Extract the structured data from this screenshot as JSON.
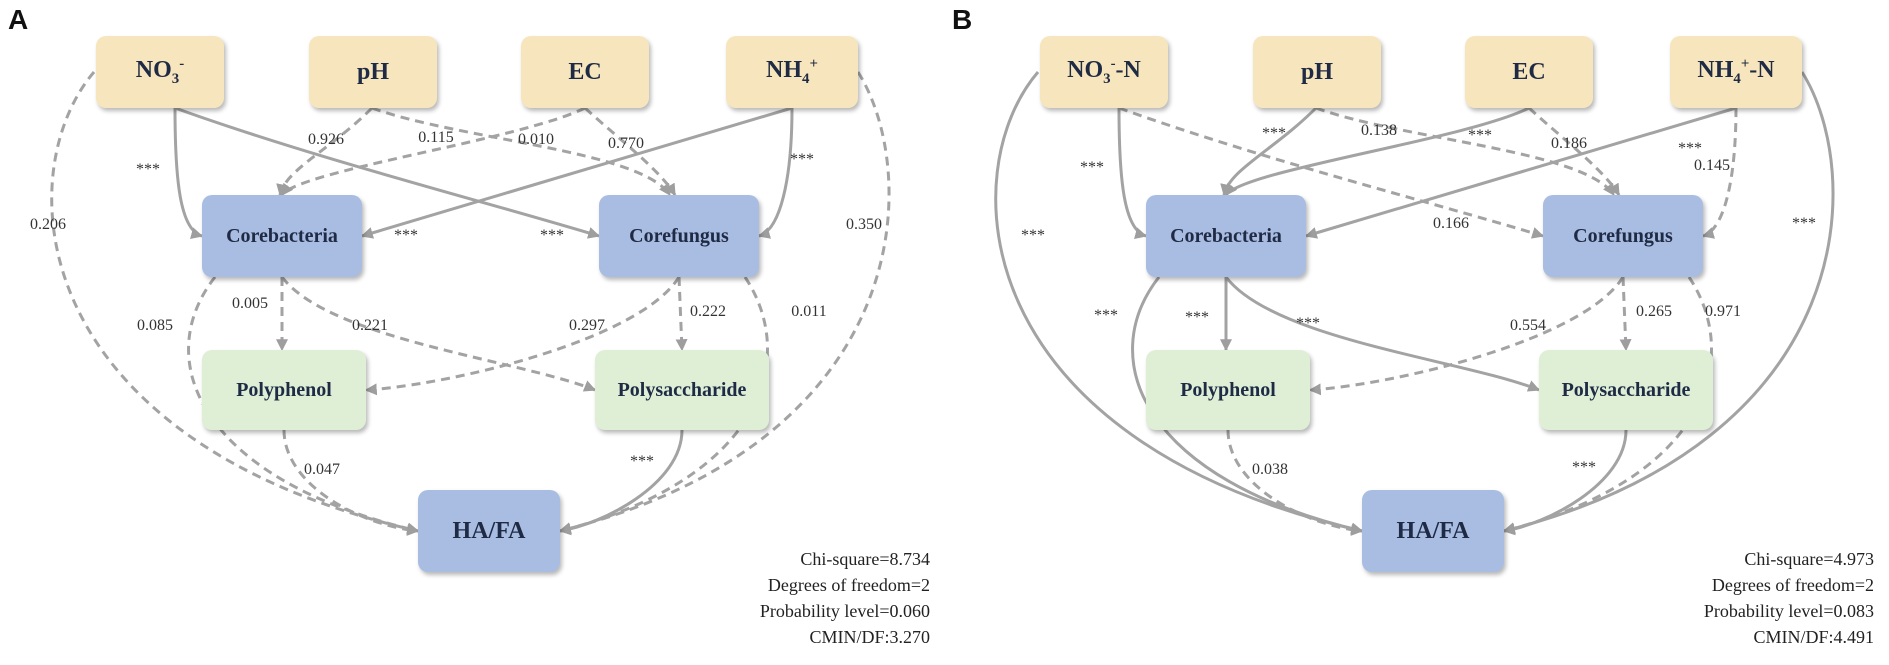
{
  "panels": [
    {
      "letter": "A",
      "nodes": {
        "no3": {
          "base": "NO",
          "sub": "3",
          "sup": "-",
          "tail": ""
        },
        "ph": "pH",
        "ec": "EC",
        "nh4": {
          "base": "NH",
          "sub": "4",
          "sup": "+",
          "tail": ""
        },
        "corebacteria": "Corebacteria",
        "corefungus": "Corefungus",
        "polyphenol": "Polyphenol",
        "polysaccharide": "Polysaccharide",
        "hafa": "HA/FA"
      },
      "paths": [
        {
          "from": "NO3",
          "to": "Corebacteria",
          "label": "***",
          "significant": true
        },
        {
          "from": "NO3",
          "to": "Corefungus",
          "label": "***",
          "significant": true
        },
        {
          "from": "pH",
          "to": "Corebacteria",
          "label": "0.926",
          "significant": false
        },
        {
          "from": "pH",
          "to": "Corefungus",
          "label": "0.115",
          "significant": false
        },
        {
          "from": "EC",
          "to": "Corebacteria",
          "label": "0.010",
          "significant": false
        },
        {
          "from": "EC",
          "to": "Corefungus",
          "label": "0.770",
          "significant": false
        },
        {
          "from": "NH4",
          "to": "Corebacteria",
          "label": "***",
          "significant": true
        },
        {
          "from": "NH4",
          "to": "Corefungus",
          "label": "***",
          "significant": true
        },
        {
          "from": "NO3",
          "to": "HA/FA",
          "label": "0.206",
          "significant": false
        },
        {
          "from": "NH4",
          "to": "HA/FA",
          "label": "0.350",
          "significant": false
        },
        {
          "from": "Corebacteria",
          "to": "HA/FA",
          "label": "0.085",
          "significant": false
        },
        {
          "from": "Corebacteria",
          "to": "Polyphenol",
          "label": "0.005",
          "significant": false
        },
        {
          "from": "Corebacteria",
          "to": "Polysaccharide",
          "label": "0.221",
          "significant": false
        },
        {
          "from": "Corefungus",
          "to": "Polyphenol",
          "label": "0.297",
          "significant": false
        },
        {
          "from": "Corefungus",
          "to": "Polysaccharide",
          "label": "0.222",
          "significant": false
        },
        {
          "from": "Corefungus",
          "to": "HA/FA",
          "label": "0.011",
          "significant": false
        },
        {
          "from": "Polyphenol",
          "to": "HA/FA",
          "label": "0.047",
          "significant": false
        },
        {
          "from": "Polysaccharide",
          "to": "HA/FA",
          "label": "***",
          "significant": true
        }
      ],
      "stats": [
        "Chi-square=8.734",
        "Degrees of freedom=2",
        "Probability level=0.060",
        "CMIN/DF:3.270"
      ]
    },
    {
      "letter": "B",
      "nodes": {
        "no3": {
          "base": "NO",
          "sub": "3",
          "sup": "-",
          "tail": "-N"
        },
        "ph": "pH",
        "ec": "EC",
        "nh4": {
          "base": "NH",
          "sub": "4",
          "sup": "+",
          "tail": "-N"
        },
        "corebacteria": "Corebacteria",
        "corefungus": "Corefungus",
        "polyphenol": "Polyphenol",
        "polysaccharide": "Polysaccharide",
        "hafa": "HA/FA"
      },
      "paths": [
        {
          "from": "NO3",
          "to": "Corebacteria",
          "label": "***",
          "significant": true
        },
        {
          "from": "NO3",
          "to": "Corefungus",
          "label": "0.166",
          "significant": false
        },
        {
          "from": "pH",
          "to": "Corebacteria",
          "label": "***",
          "significant": true
        },
        {
          "from": "pH",
          "to": "Corefungus",
          "label": "0.138",
          "significant": false
        },
        {
          "from": "EC",
          "to": "Corebacteria",
          "label": "***",
          "significant": true
        },
        {
          "from": "EC",
          "to": "Corefungus",
          "label": "0.186",
          "significant": false
        },
        {
          "from": "NH4",
          "to": "Corebacteria",
          "label": "***",
          "significant": true
        },
        {
          "from": "NH4",
          "to": "Corefungus",
          "label": "0.145",
          "significant": false
        },
        {
          "from": "NO3",
          "to": "HA/FA",
          "label": "***",
          "significant": true
        },
        {
          "from": "NH4",
          "to": "HA/FA",
          "label": "***",
          "significant": true
        },
        {
          "from": "Corebacteria",
          "to": "HA/FA",
          "label": "***",
          "significant": true
        },
        {
          "from": "Corebacteria",
          "to": "Polyphenol",
          "label": "***",
          "significant": true
        },
        {
          "from": "Corebacteria",
          "to": "Polysaccharide",
          "label": "***",
          "significant": true
        },
        {
          "from": "Corefungus",
          "to": "Polyphenol",
          "label": "0.554",
          "significant": false
        },
        {
          "from": "Corefungus",
          "to": "Polysaccharide",
          "label": "0.265",
          "significant": false
        },
        {
          "from": "Corefungus",
          "to": "HA/FA",
          "label": "0.971",
          "significant": false
        },
        {
          "from": "Polyphenol",
          "to": "HA/FA",
          "label": "0.038",
          "significant": false
        },
        {
          "from": "Polysaccharide",
          "to": "HA/FA",
          "label": "***",
          "significant": true
        }
      ],
      "stats": [
        "Chi-square=4.973",
        "Degrees of freedom=2",
        "Probability level=0.083",
        "CMIN/DF:4.491"
      ]
    }
  ]
}
